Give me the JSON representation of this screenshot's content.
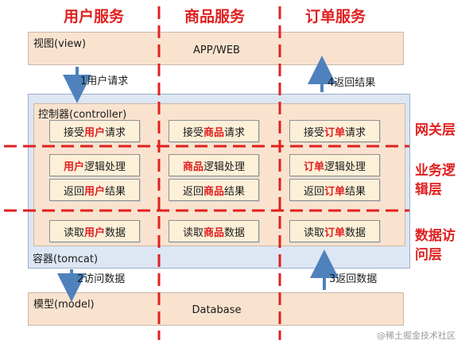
{
  "columns": [
    {
      "header": "用户服务",
      "key": "用户"
    },
    {
      "header": "商品服务",
      "key": "商品"
    },
    {
      "header": "订单服务",
      "key": "订单"
    }
  ],
  "view": {
    "title": "视图(view)",
    "center": "APP/WEB"
  },
  "container": {
    "title": "容器(tomcat)"
  },
  "controller": {
    "title": "控制器(controller)"
  },
  "model": {
    "title": "模型(model)",
    "center": "Database"
  },
  "rows": [
    {
      "prefix": "接受",
      "suffix": "请求"
    },
    {
      "prefix": "",
      "suffix": "逻辑处理"
    },
    {
      "prefix": "返回",
      "suffix": "结果"
    },
    {
      "prefix": "读取",
      "suffix": "数据"
    }
  ],
  "layers": {
    "gateway": [
      "网关层"
    ],
    "business": [
      "业务逻",
      "辑层"
    ],
    "data": [
      "数据访",
      "问层"
    ]
  },
  "arrows": {
    "a1": "1用户请求",
    "a2": "2访问数据",
    "a3": "3返回数据",
    "a4": "4返回结果"
  },
  "colors": {
    "accent": "#e02020",
    "arrow": "#4f81bd"
  },
  "watermark": "@稀土掘金技术社区"
}
